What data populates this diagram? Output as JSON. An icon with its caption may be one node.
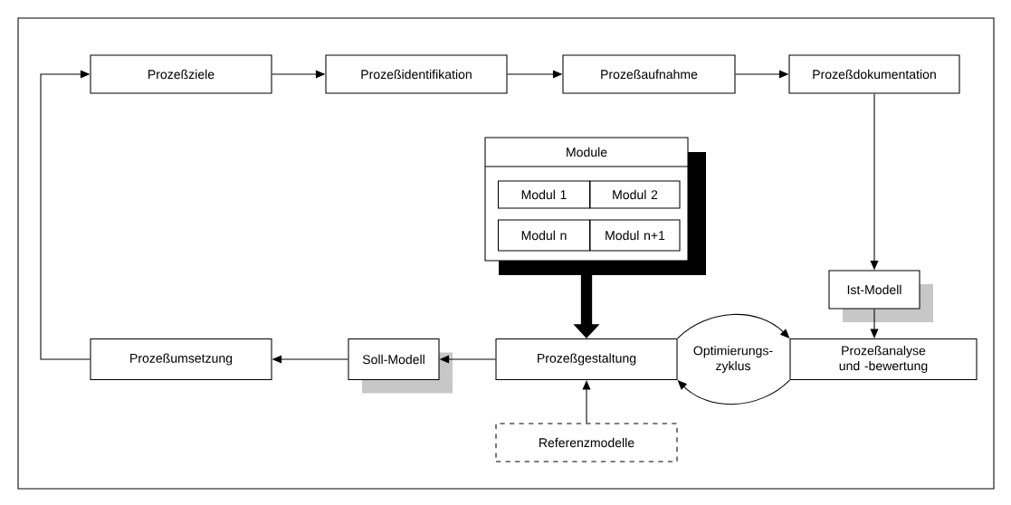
{
  "diagram": {
    "nodes": [
      {
        "text": [
          "Prozeßziele"
        ]
      },
      {
        "text": [
          "Prozeßidentifikation"
        ]
      },
      {
        "text": [
          "Prozeßaufnahme"
        ]
      },
      {
        "text": [
          "Prozeßdokumentation"
        ]
      },
      {
        "text": [
          "Ist-Modell"
        ]
      },
      {
        "text": [
          "Module"
        ]
      },
      {
        "text": [
          "Modul 1"
        ],
        "in": 5
      },
      {
        "text": [
          "Modul 2"
        ],
        "in": 5
      },
      {
        "text": [
          "Modul n"
        ],
        "in": 5
      },
      {
        "text": [
          "Modul n+1"
        ],
        "in": 5
      },
      {
        "text": [
          "Prozeßgestaltung"
        ]
      },
      {
        "text": [
          "Prozeßanalyse und -bewertung"
        ]
      },
      {
        "text": [
          "Soll-Modell"
        ]
      },
      {
        "text": [
          "Prozeßumsetzung"
        ]
      },
      {
        "text": [
          "Referenzmodelle"
        ]
      }
    ],
    "edges": [
      {
        "from": 0,
        "to": 1,
        "arrow": "to"
      },
      {
        "from": 1,
        "to": 2,
        "arrow": "to"
      },
      {
        "from": 2,
        "to": 3,
        "arrow": "to"
      },
      {
        "from": 3,
        "to": 4,
        "arrow": "to"
      },
      {
        "from": 4,
        "to": 11,
        "arrow": "to"
      },
      {
        "from": 10,
        "to": 11,
        "arrow": "to"
      },
      {
        "from": 11,
        "to": 10,
        "arrow": "to"
      },
      {
        "from": 5,
        "to": 10,
        "arrow": "to",
        "style": "thick"
      },
      {
        "from": 10,
        "to": 12,
        "arrow": "to"
      },
      {
        "from": 12,
        "to": 13,
        "arrow": "to"
      },
      {
        "from": 13,
        "to": 0,
        "arrow": "to"
      },
      {
        "from": 14,
        "to": 10,
        "arrow": "to"
      }
    ],
    "labels": [
      "Optimierungs- zyklus"
    ]
  }
}
